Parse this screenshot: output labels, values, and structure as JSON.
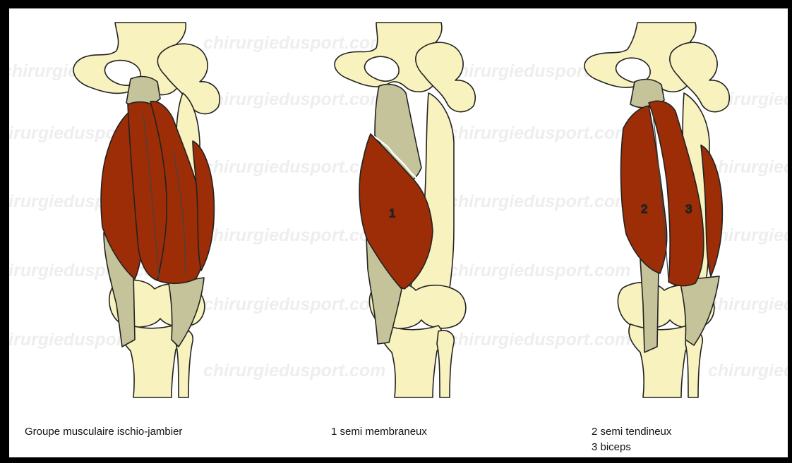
{
  "watermark": "chirurgiedusport.com",
  "colors": {
    "frame": "#000000",
    "background": "#ffffff",
    "bone": "#f7f2be",
    "bone_outline": "#222222",
    "muscle": "#9c2d07",
    "tendon": "#c5c39a",
    "watermark": "#eeeeee"
  },
  "figures": [
    {
      "label_numbers": []
    },
    {
      "label_numbers": [
        "1"
      ]
    },
    {
      "label_numbers": [
        "2",
        "3"
      ]
    }
  ],
  "captions": {
    "group": "Groupe musculaire ischio-jambier",
    "semimembranosus": "1 semi membraneux",
    "semitendinosus": "2 semi tendineux",
    "biceps": "3 biceps"
  }
}
